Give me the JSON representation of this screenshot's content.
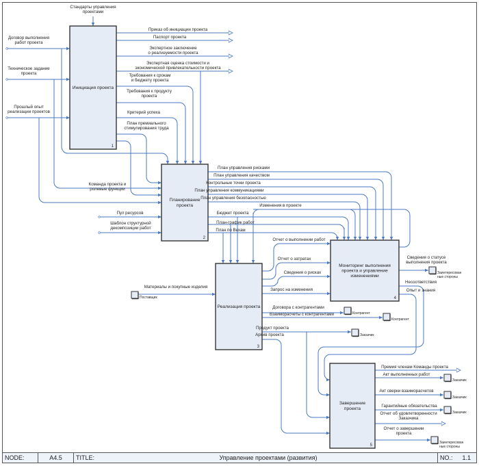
{
  "colors": {
    "arrow": "#4a78c4",
    "box_fill": "#e6ecf6",
    "border": "#333333"
  },
  "boxes": [
    {
      "label": [
        "Инициация проекта"
      ],
      "number": "1"
    },
    {
      "label": [
        "Планирование",
        "проекта"
      ],
      "number": "2"
    },
    {
      "label": [
        "Реализация проекта"
      ],
      "number": "3"
    },
    {
      "label": [
        "Мониторинг выполнения",
        "проекта и управление",
        "изменениями"
      ],
      "number": "4"
    },
    {
      "label": [
        "Завершение",
        "проекта"
      ],
      "number": "5"
    }
  ],
  "control_top": [
    "Стандарты управления",
    "проектами"
  ],
  "inputs_1": [
    [
      "Договор выполнения",
      "работ проекта"
    ],
    [
      "Техническое задание",
      "проекта"
    ],
    [
      "Прошлый опыт",
      "реализации проектов"
    ]
  ],
  "outputs_1": [
    [
      "Приказ об инициации проекта"
    ],
    [
      "Паспорт проекта"
    ],
    [
      "Экспертное заключение",
      "о реализуемости проекта"
    ],
    [
      "Экспертная оценка стоимости и",
      "экономической привлекательности проекта"
    ],
    [
      "Требования к срокам",
      "и бюджету проекта"
    ],
    [
      "Требования к продукту",
      "проекта"
    ],
    [
      "Критерий успеха"
    ],
    [
      "План премиального",
      "стимулирования труда"
    ]
  ],
  "inputs_2": [
    [
      "Команда проекта и",
      "ролевые функции"
    ],
    [
      "Пул ресурсов"
    ],
    [
      "Шаблон структурной",
      "декомпозиции работ"
    ]
  ],
  "outputs_2": [
    "План управления рисками",
    "План управления качеством",
    "Контрольные точки проекта",
    "План управления коммуникациями",
    "План управления безопасностью",
    "Изменения в проекте",
    "Бюджет проекта",
    "План-график работ",
    "План по Вехам"
  ],
  "inputs_3": [
    [
      "Материалы и покупные изделия"
    ]
  ],
  "outputs_3": [
    "Отчет о выполнении работ",
    "Отчет о затратах",
    "Сведения о рисках",
    "Запрос на изменения",
    "Договора с контрагентами",
    "Взаиморасчеты с контрагентами",
    "Продукт проекта",
    "Архив проекта"
  ],
  "outputs_4": [
    [
      "Сведения о статусе",
      "выполнения проекта"
    ],
    [
      "Несоответствия"
    ],
    [
      "Опыт и знания"
    ]
  ],
  "outputs_5": [
    [
      "Премия членам Команды проекта"
    ],
    [
      "Акт выполненных работ"
    ],
    [
      "Акт сверки взаиморасчетов"
    ],
    [
      "Гарантийные обязательства"
    ],
    [
      "Отчет об удовлетворенности",
      "Заказчика"
    ],
    [
      "Отчет о завершении",
      "проекта"
    ]
  ],
  "externals": {
    "supplier": "Поставщик",
    "counterparty": "Контрагент",
    "customer": "Заказчик",
    "stakeholders": [
      "Заинтересован",
      "ные стороны"
    ]
  },
  "footer": {
    "node_label": "NODE:",
    "node_value": "A4.5",
    "title_label": "TITLE:",
    "title_value": "Управление проектами (развития)",
    "no_label": "NO.:",
    "no_value": "1.1"
  }
}
